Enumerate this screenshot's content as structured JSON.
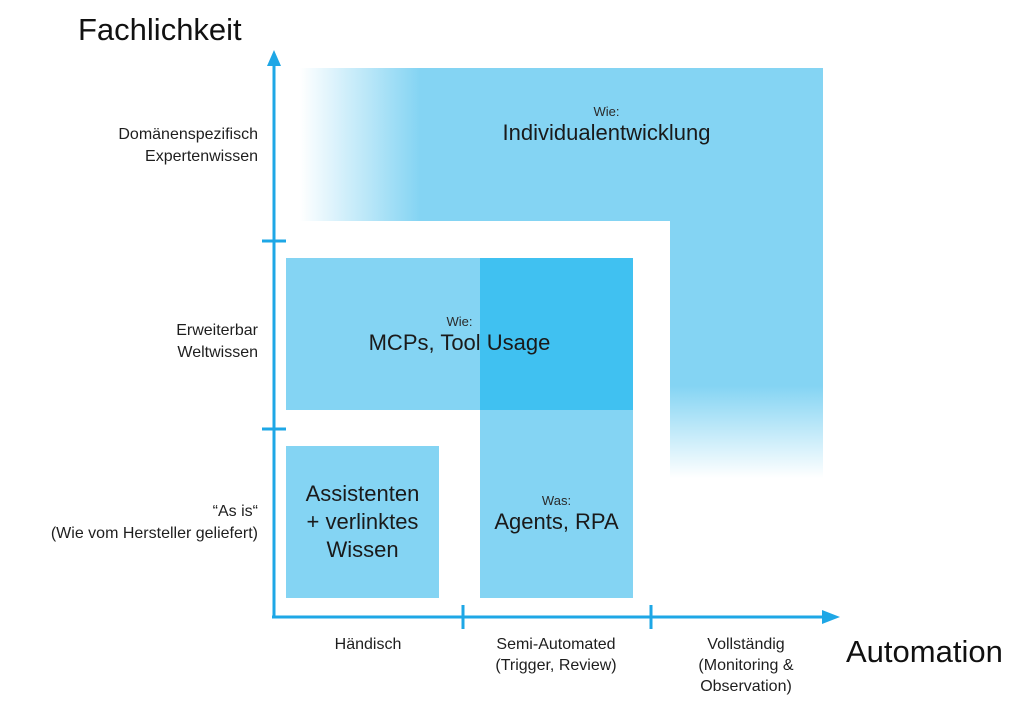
{
  "title_y": "Fachlichkeit",
  "title_x": "Automation",
  "y_levels": [
    {
      "lines": [
        "Domänenspezifisch",
        "Expertenwissen"
      ]
    },
    {
      "lines": [
        "Erweiterbar",
        "Weltwissen"
      ]
    },
    {
      "lines": [
        "“As is“",
        "(Wie vom Hersteller geliefert)"
      ]
    }
  ],
  "x_levels": [
    {
      "lines": [
        "Händisch"
      ]
    },
    {
      "lines": [
        "Semi-Automated",
        "(Trigger, Review)"
      ]
    },
    {
      "lines": [
        "Vollständig",
        "(Monitoring &",
        "Observation)"
      ]
    }
  ],
  "regions": {
    "individual": {
      "prefix": "Wie:",
      "label": "Individualentwicklung"
    },
    "mcp": {
      "prefix": "Wie:",
      "label": "MCPs, Tool Usage"
    },
    "agents": {
      "prefix": "Was:",
      "label": "Agents, RPA"
    },
    "assist": {
      "lines": [
        "Assistenten",
        "+ verlinktes",
        "Wissen"
      ]
    }
  },
  "colors": {
    "axis": "#1ea7e6",
    "light_fill": "#84d4f3",
    "dark_fill": "#40c1f1"
  }
}
